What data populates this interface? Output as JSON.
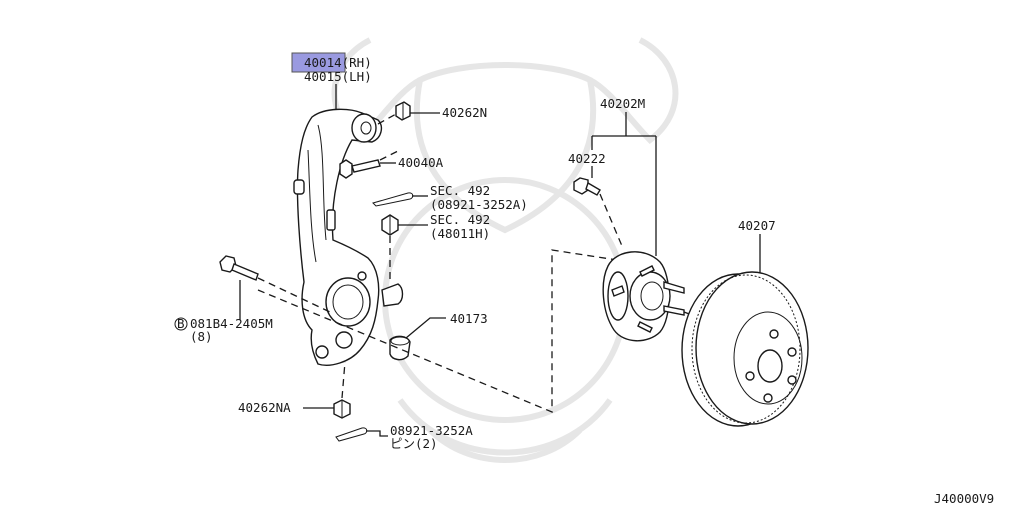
{
  "diagram_id": "J40000V9",
  "highlight_color": "#9a9ae0",
  "labels": {
    "knuckle_rh": "40014(RH)",
    "knuckle_lh": "40015(LH)",
    "nut_upper": "40262N",
    "bolt_upper": "40040A",
    "sec492_a_title": "SEC. 492",
    "sec492_a_sub": "(08921-3252A)",
    "sec492_b_title": "SEC. 492",
    "sec492_b_sub": "(48011H)",
    "bolt_side_main": "081B4-2405M",
    "bolt_side_circle": "B",
    "bolt_side_qty": "(8)",
    "bushing": "40173",
    "nut_lower": "40262NA",
    "pin_lower": "08921-3252A",
    "pin_lower_qty": "ピン(2)",
    "hub_assy": "40202M",
    "hub_bolt": "40222",
    "rotor": "40207"
  }
}
